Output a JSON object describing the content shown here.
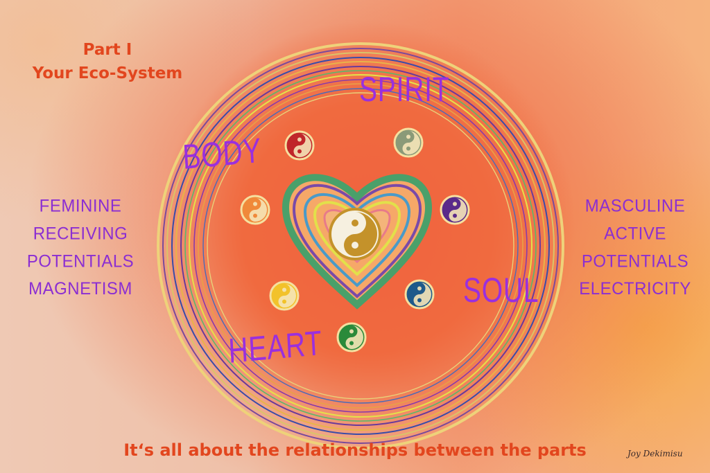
{
  "title": {
    "line1": "Part I",
    "line2": "Your Eco-System"
  },
  "words": {
    "spirit": "SPIRIT",
    "body": "BODY",
    "soul": "SOUL",
    "heart": "HEART"
  },
  "left": {
    "line1": "FEMININE",
    "line2": "RECEIVING POTENTIALS",
    "line3": "MAGNETISM"
  },
  "right": {
    "line1": "MASCULINE",
    "line2": "ACTIVE POTENTIALS",
    "line3": "ELECTRICITY"
  },
  "footer": "It‘s all about the relationships between the parts",
  "signature": "Joy Dekimisu",
  "colors": {
    "accent_orange": "#e2461e",
    "purple_text": "#9a2fde",
    "yinyang_red": "#c0262a",
    "yinyang_green_gray": "#8a9a78",
    "yinyang_orange": "#f0893a",
    "yinyang_purple": "#5a2a8a",
    "yinyang_yellow": "#f2c22a",
    "yinyang_blue": "#1e5a8a",
    "yinyang_green": "#2a8a3a",
    "center_gold": "#c4922a"
  },
  "icons": [
    "yin-yang-icon",
    "heart-icon",
    "concentric-rings"
  ]
}
